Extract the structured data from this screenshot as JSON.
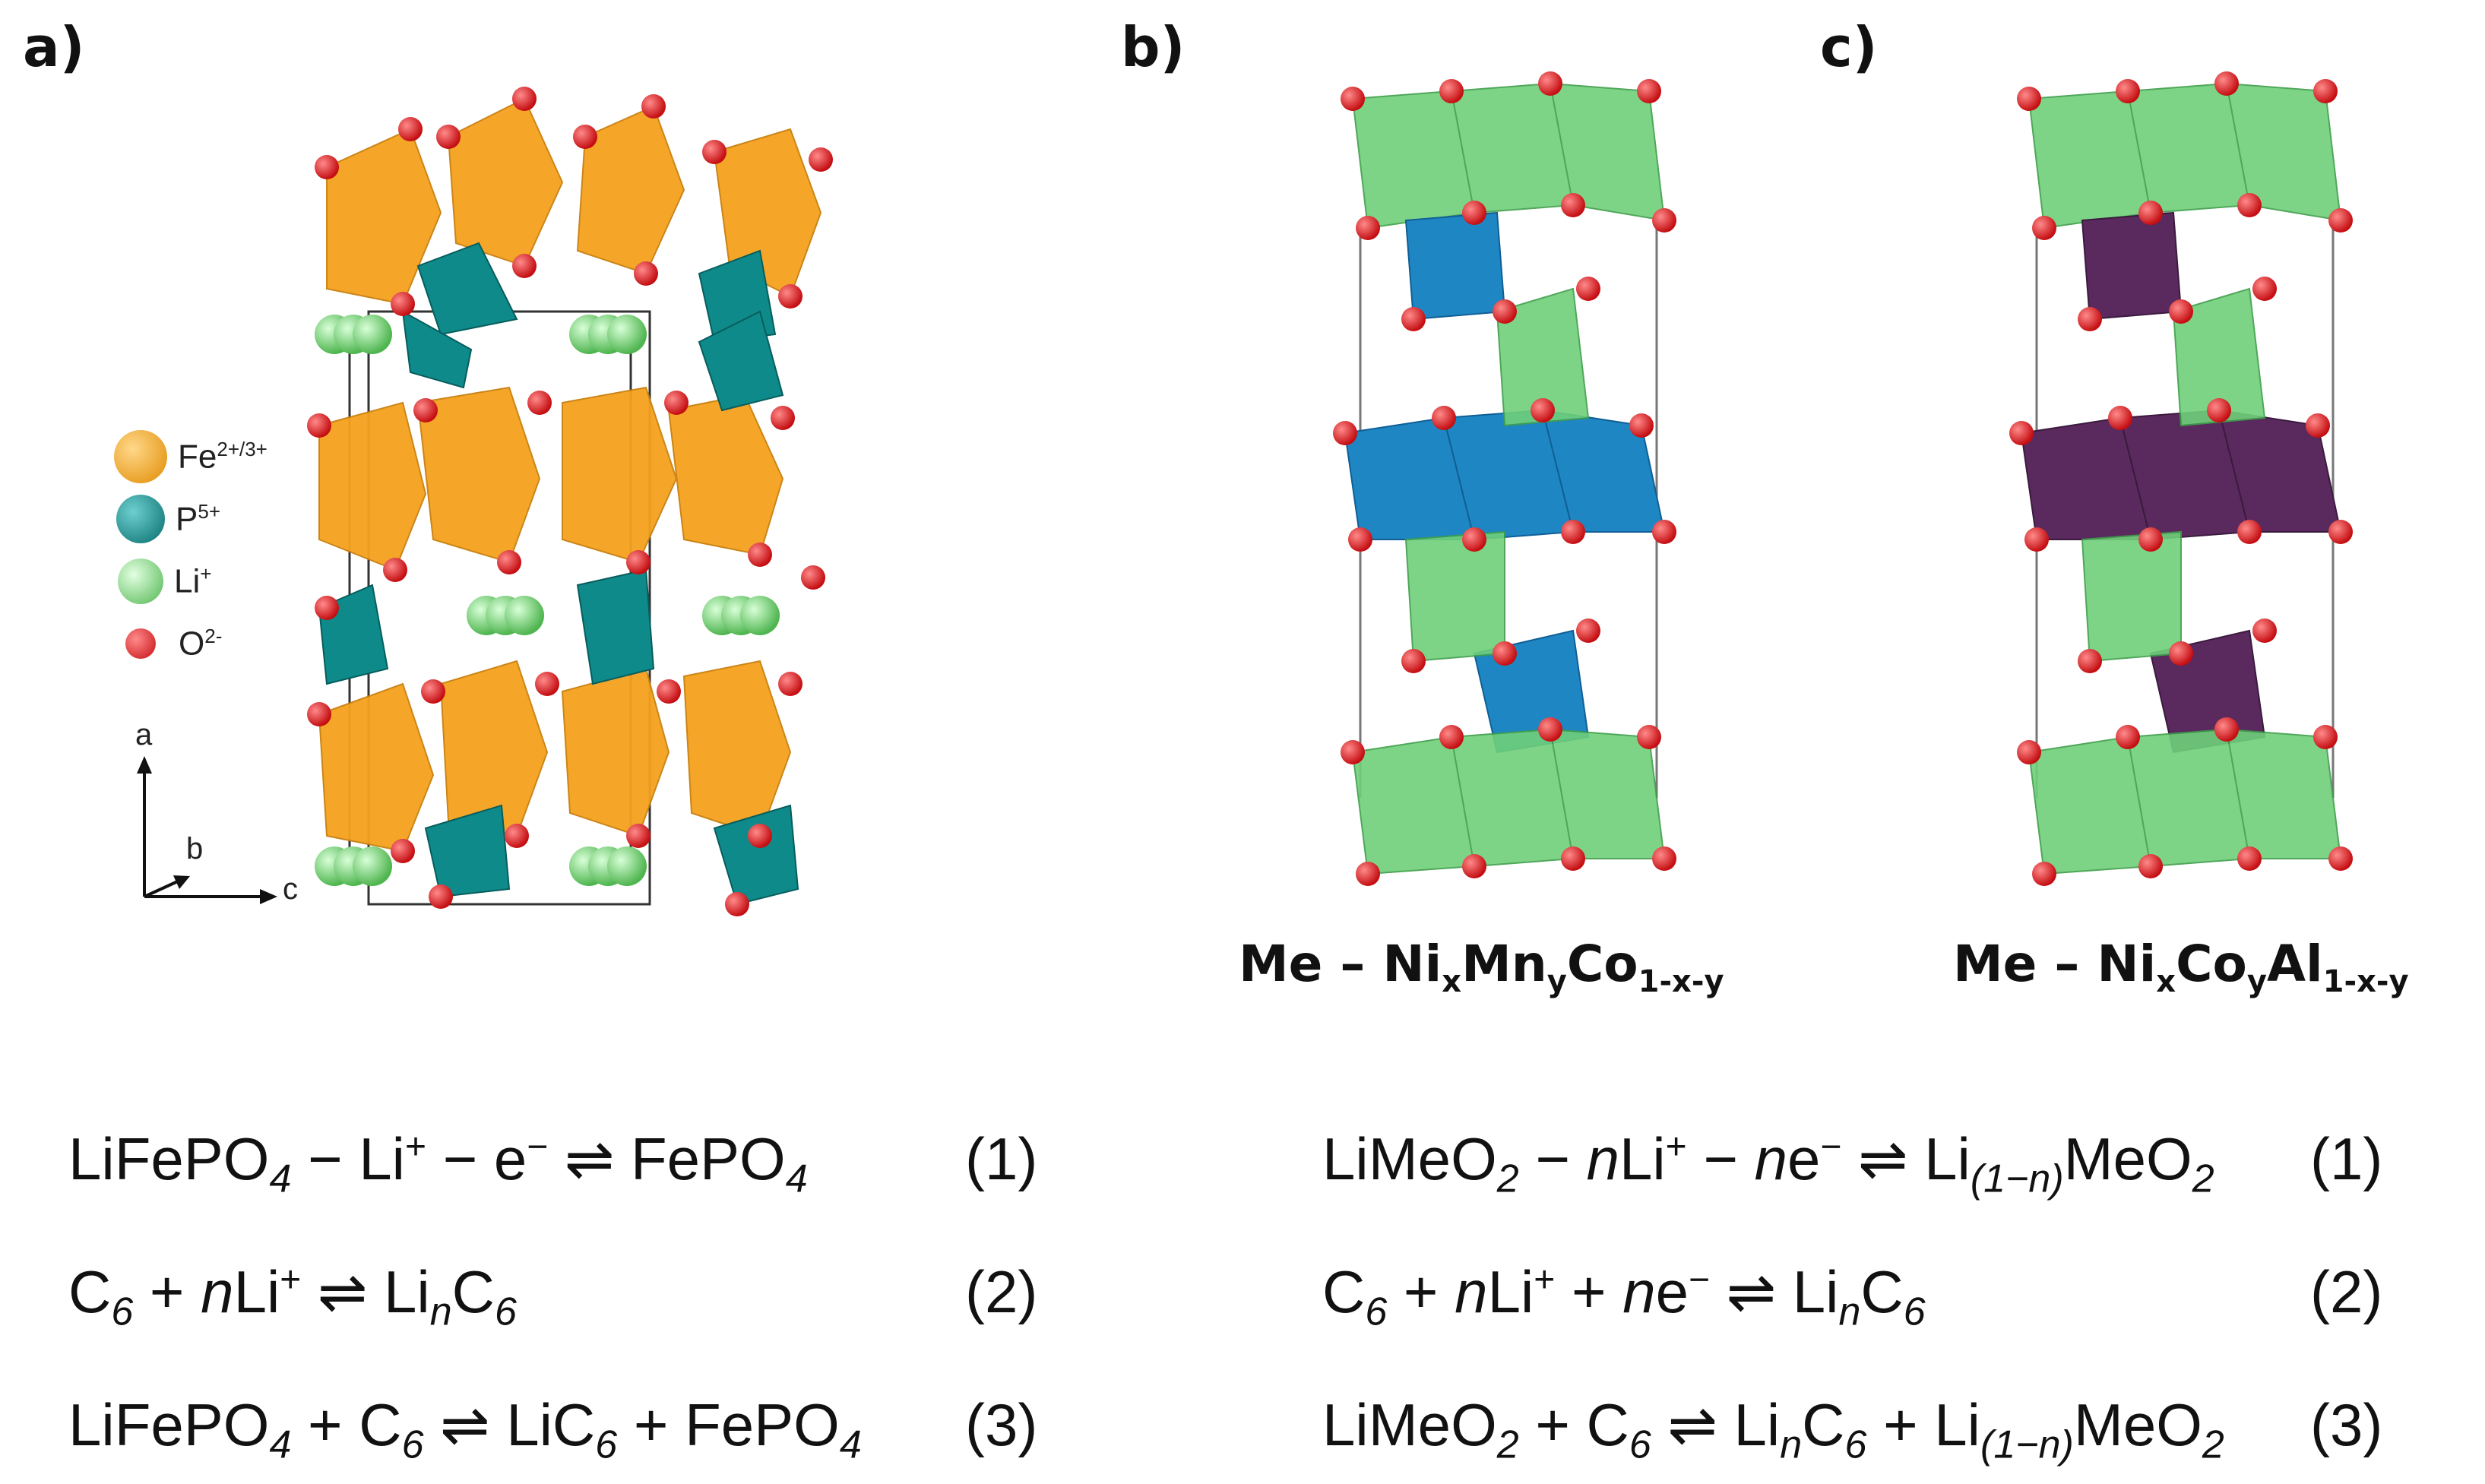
{
  "panels": {
    "a": "a)",
    "b": "b)",
    "c": "c)"
  },
  "legend": [
    {
      "symbol": "Fe",
      "charge": "2+/3+",
      "color": "#f5a21d"
    },
    {
      "symbol": "P",
      "charge": "5+",
      "color": "#0f8a8a"
    },
    {
      "symbol": "Li",
      "charge": "+",
      "color": "#7ed67e"
    },
    {
      "symbol": "O",
      "charge": "2-",
      "color": "#e0161b"
    }
  ],
  "axes": {
    "a": "a",
    "b": "b",
    "c": "c"
  },
  "colors": {
    "fe_polyhedra": "#f5a21d",
    "p_polyhedra": "#0f8a8a",
    "li": "#7ed67e",
    "oxygen": "#e0161b",
    "green_octa": "#6fd07a",
    "blue_octa": "#1f86c4",
    "purple_octa": "#5a2a5e"
  },
  "formula_b": {
    "me": "Me – Ni",
    "x": "x",
    "mn": "Mn",
    "y": "y",
    "co": "Co",
    "rest": "1-x-y"
  },
  "formula_c": {
    "me": "Me – Ni",
    "x": "x",
    "co": "Co",
    "y": "y",
    "al": "Al",
    "rest": "1-x-y"
  },
  "equations_left": [
    {
      "num": "(1)"
    },
    {
      "num": "(2)"
    },
    {
      "num": "(3)"
    }
  ],
  "equations_right": [
    {
      "num": "(1)"
    },
    {
      "num": "(2)"
    },
    {
      "num": "(3)"
    }
  ]
}
